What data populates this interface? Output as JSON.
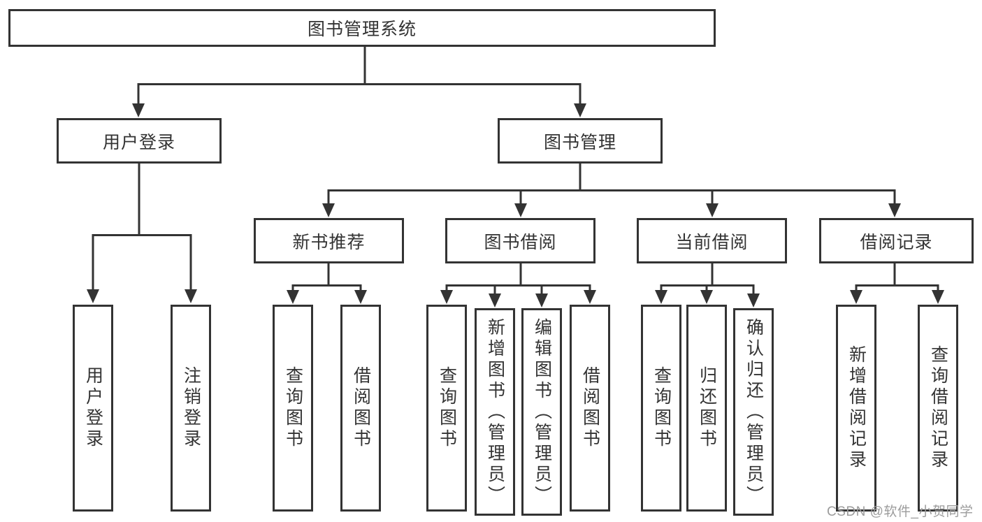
{
  "diagram": {
    "background_color": "#ffffff",
    "line_color": "#333333",
    "text_color": "#333333",
    "tree": {
      "label": "图书管理系统",
      "children": [
        {
          "label": "用户登录",
          "children": [
            {
              "label": "用户登录"
            },
            {
              "label": "注销登录"
            }
          ]
        },
        {
          "label": "图书管理",
          "children": [
            {
              "label": "新书推荐",
              "children": [
                {
                  "label": "查询图书"
                },
                {
                  "label": "借阅图书"
                }
              ]
            },
            {
              "label": "图书借阅",
              "children": [
                {
                  "label": "查询图书"
                },
                {
                  "label": "新增图书（管理员）"
                },
                {
                  "label": "编辑图书（管理员）"
                },
                {
                  "label": "借阅图书"
                }
              ]
            },
            {
              "label": "当前借阅",
              "children": [
                {
                  "label": "查询图书"
                },
                {
                  "label": "归还图书"
                },
                {
                  "label": "确认归还（管理员）"
                }
              ]
            },
            {
              "label": "借阅记录",
              "children": [
                {
                  "label": "新增借阅记录"
                },
                {
                  "label": "查询借阅记录"
                }
              ]
            }
          ]
        }
      ]
    }
  },
  "watermark": {
    "text": "CSDN @软件_小贺同学",
    "color": "#9c9c9c"
  }
}
